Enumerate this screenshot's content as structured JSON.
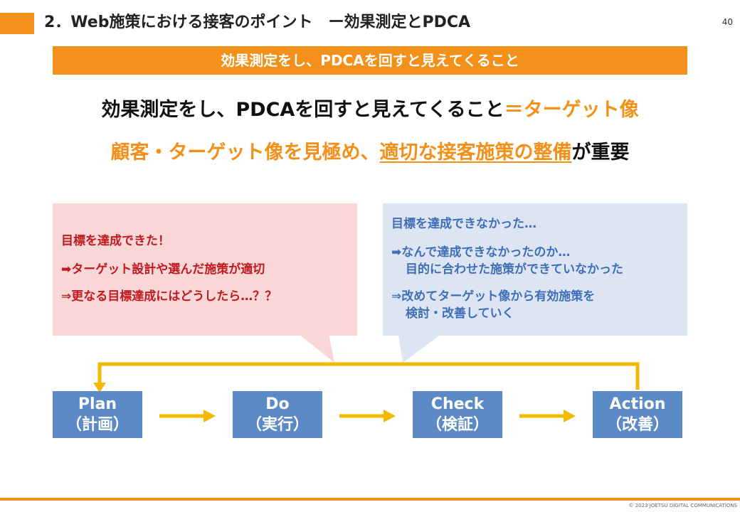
{
  "header": {
    "title": "2．Web施策における接客のポイント　ー効果測定とPDCA",
    "page_number": "40"
  },
  "banner": {
    "text": "効果測定をし、PDCAを回すと見えてくること"
  },
  "statement": {
    "line1_main": "効果測定をし、PDCAを回すと見えてくること",
    "line1_accent": "＝ターゲット像",
    "line2_part1": "顧客・ターゲット像を見極め、",
    "line2_underlined": "適切な接客施策の整備",
    "line2_part3": "が重要"
  },
  "callout_success": {
    "line1": "目標を達成できた！",
    "line2": "➡ターゲット設計や選んだ施策が適切",
    "line3": "⇒更なる目標達成にはどうしたら…？？"
  },
  "callout_failure": {
    "line1": "目標を達成できなかった…",
    "line2": "➡なんで達成できなかったのか…",
    "line3": "目的に合わせた施策ができていなかった",
    "line4": "⇒改めてターゲット像から有効施策を",
    "line5": "検討・改善していく"
  },
  "pdca": {
    "plan": {
      "en": "Plan",
      "jp": "（計画）"
    },
    "do": {
      "en": "Do",
      "jp": "（実行）"
    },
    "check": {
      "en": "Check",
      "jp": "（検証）"
    },
    "action": {
      "en": "Action",
      "jp": "（改善）"
    }
  },
  "footer": {
    "copyright": "© 2023 JOETSU DIGITAL COMMUNICATIONS"
  },
  "colors": {
    "accent_orange": "#f39019",
    "arrow_yellow": "#f5b800",
    "pdca_blue": "#5b8ac6",
    "success_bg": "#f8d7d6",
    "success_text": "#c0191f",
    "failure_bg": "#dde5f3",
    "failure_text": "#3f6fb6"
  }
}
